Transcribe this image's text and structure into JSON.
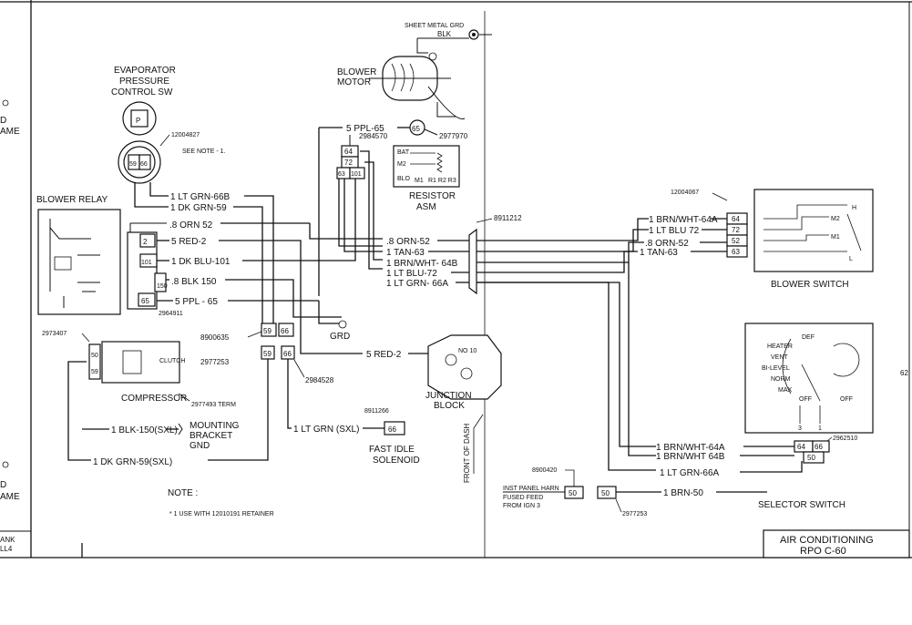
{
  "left_edge": {
    "label_d1": "D",
    "label_ame1": "AME",
    "label_d2": "D",
    "label_ame2": "AME",
    "label_ank": "ANK",
    "label_ll4": "LL4"
  },
  "right_edge": {
    "label_62": "62"
  },
  "top": {
    "sheetmetal_grd": "SHEET METAL GRD",
    "blk": "BLK",
    "blower_motor_1": "BLOWER",
    "blower_motor_2": "MOTOR",
    "ppl65": "5 PPL-65",
    "p2984570": "2984570",
    "c65": "65",
    "p2977970": "2977970"
  },
  "evap": {
    "title1": "EVAPORATOR",
    "title2": "PRESSURE",
    "title3": "CONTROL SW",
    "part": "12004827",
    "note": "SEE NOTE - 1.",
    "pin59": "59",
    "pin66": "66"
  },
  "relay": {
    "title": "BLOWER RELAY",
    "pin2": "2",
    "pin101": "101",
    "pin150": "150",
    "pin65": "65",
    "p2964911": "2964911"
  },
  "wires_left": {
    "ltgrn66b": "1 LT GRN-66B",
    "dkgrn59": "1 DK GRN-59",
    "orn52": ".8 ORN 52",
    "red2": "5 RED-2",
    "dkblu101": "1 DK BLU-101",
    "blk150": ".8 BLK 150",
    "ppl65": "5 PPL - 65"
  },
  "resistor": {
    "c64": "64",
    "c72": "72",
    "c63": "63",
    "c101": "101",
    "bat": "BAT",
    "m2": "M2",
    "blo": "BLO",
    "m1": "M1",
    "r": "R1  R2  R3",
    "title1": "RESISTOR",
    "title2": "ASM"
  },
  "wires_mid": {
    "orn52": ".8 ORN-52",
    "tan63": "1 TAN-63",
    "brnwht64b": "1 BRN/WHT- 64B",
    "ltblu72": "1 LT BLU-72",
    "ltgrn66a": "1 LT GRN- 66A",
    "p8911212": "8911212",
    "red2": "5 RED-2",
    "grd": "GRD"
  },
  "junction": {
    "p8900635": "8900635",
    "c59": "59",
    "c66": "66",
    "p2977253": "2977253",
    "p2984528": "2984528",
    "title1": "JUNCTION",
    "title2": "BLOCK",
    "no10": "NO 10"
  },
  "compressor": {
    "p2973407": "2973407",
    "c50": "50",
    "c59": "59",
    "clutch": "CLUTCH",
    "title": "COMPRESSOR",
    "p2977493": "2977493 TERM",
    "mount1": "MOUNTING",
    "mount2": "BRACKET",
    "mount3": "GND",
    "blk150sxl": "1 BLK-150(SXL)",
    "dkgrn59sxl": "1 DK GRN-59(SXL)"
  },
  "fast_idle": {
    "ltgrn": "1 LT GRN (SXL)",
    "c66": "66",
    "p8911266": "8911266",
    "title1": "FAST IDLE",
    "title2": "SOLENOID"
  },
  "dash": {
    "label": "FRONT OF DASH"
  },
  "blower_switch": {
    "part": "12004067",
    "w64a": "1 BRN/WHT-64A",
    "w72": "1 LT BLU 72",
    "w52": ".8 ORN-52",
    "w63": "1 TAN-63",
    "c64": "64",
    "c72": "72",
    "c52": "52",
    "c63": "63",
    "title": "BLOWER SWITCH",
    "t_h": "H",
    "t_m2": "M2",
    "t_m1": "M1",
    "t_l": "L"
  },
  "selector": {
    "w64a": "1 BRN/WHT-64A",
    "w64b": "1 BRN/WHT 64B",
    "w66a": "1 LT GRN-66A",
    "w50": "1 BRN-50",
    "c64": "64",
    "c66": "66",
    "c50": "50",
    "part": "2962510",
    "title": "SELECTOR SWITCH",
    "heater": "HEATER",
    "vent": "VENT",
    "bilevel": "BI-LEVEL",
    "norm": "NORM",
    "max": "MAX",
    "def": "DEF",
    "off1": "OFF",
    "off2": "OFF"
  },
  "ip_harn": {
    "part": "8900420",
    "l1": "INST PANEL HARN",
    "l2": "FUSED FEED",
    "l3": "FROM IGN 3",
    "c50a": "50",
    "c50b": "50",
    "p2977253": "2977253"
  },
  "note": {
    "title": "NOTE :",
    "text": "* 1 USE WITH  12010191  RETAINER"
  },
  "title_block": {
    "line1": "AIR CONDITIONING",
    "line2": "RPO C-60"
  }
}
